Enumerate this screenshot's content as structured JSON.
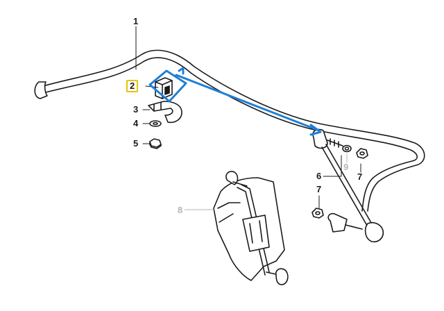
{
  "diagram": {
    "callouts": [
      {
        "id": "1",
        "label": "1",
        "highlighted": false,
        "muted": false
      },
      {
        "id": "2",
        "label": "2",
        "highlighted": true,
        "muted": false
      },
      {
        "id": "3",
        "label": "3",
        "highlighted": false,
        "muted": false
      },
      {
        "id": "4",
        "label": "4",
        "highlighted": false,
        "muted": false
      },
      {
        "id": "5",
        "label": "5",
        "highlighted": false,
        "muted": false
      },
      {
        "id": "6",
        "label": "6",
        "highlighted": false,
        "muted": false
      },
      {
        "id": "7a",
        "label": "7",
        "highlighted": false,
        "muted": false
      },
      {
        "id": "7b",
        "label": "7",
        "highlighted": false,
        "muted": false
      },
      {
        "id": "8",
        "label": "8",
        "highlighted": false,
        "muted": true
      },
      {
        "id": "9",
        "label": "9",
        "highlighted": false,
        "muted": true
      }
    ],
    "colors": {
      "line": "#1a1a1a",
      "highlight_border": "#e8c400",
      "selection": "#1e7fd6",
      "muted_text": "#b5b5b5"
    }
  }
}
